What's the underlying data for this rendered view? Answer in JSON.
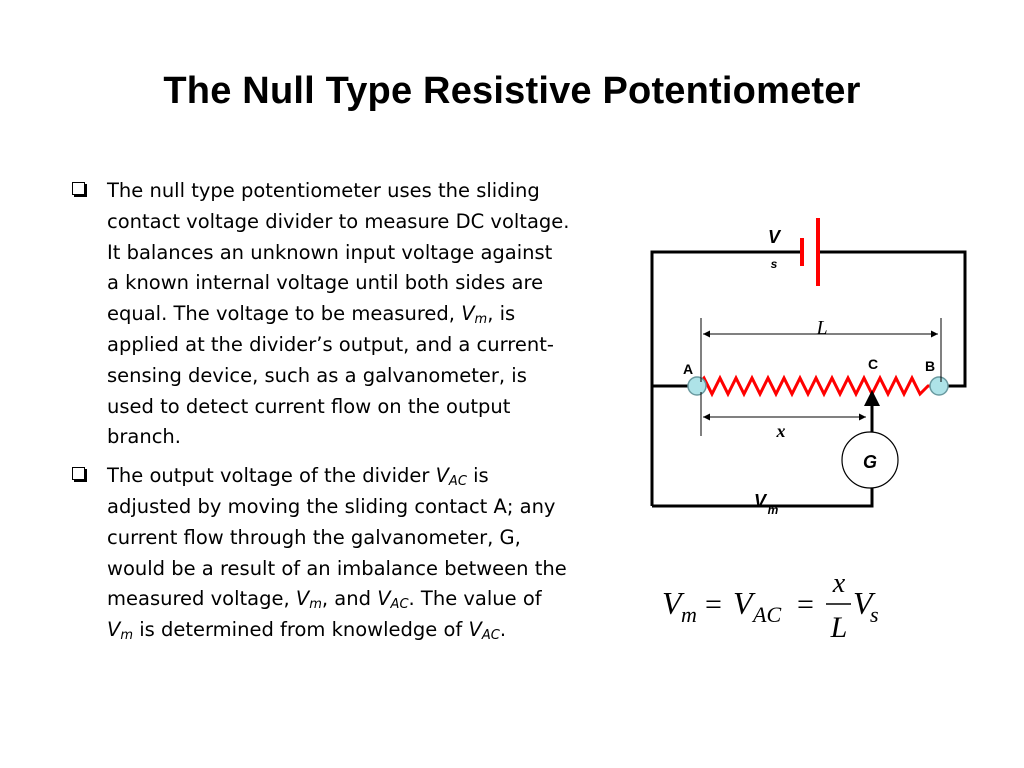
{
  "slide": {
    "title": "The Null Type Resistive Potentiometer"
  },
  "bullets": [
    {
      "text": [
        {
          "t": "The null type potentiometer uses the sliding contact voltage divider to measure DC voltage. It balances an unknown input voltage against a known internal voltage until both sides are equal. The voltage to be measured, "
        },
        {
          "t": "V",
          "i": true
        },
        {
          "t": "m",
          "i": true,
          "sub": true
        },
        {
          "t": ", is applied at the divider’s output, and a current-sensing device, such as a galvanometer, is used to detect current flow on the output branch."
        }
      ]
    },
    {
      "text": [
        {
          "t": "The output voltage of the divider "
        },
        {
          "t": "V",
          "i": true
        },
        {
          "t": "AC",
          "i": true,
          "sub": true
        },
        {
          "t": "  is adjusted by moving the sliding contact A; any current flow through the galvanometer, G, would be a result of an imbalance between the measured voltage, "
        },
        {
          "t": "V",
          "i": true
        },
        {
          "t": "m",
          "i": true,
          "sub": true
        },
        {
          "t": ", and "
        },
        {
          "t": "V",
          "i": true
        },
        {
          "t": "AC",
          "i": true,
          "sub": true
        },
        {
          "t": ". The value of "
        },
        {
          "t": "V",
          "i": true
        },
        {
          "t": "m",
          "i": true,
          "sub": true
        },
        {
          "t": " is determined  from knowledge of "
        },
        {
          "t": "V",
          "i": true
        },
        {
          "t": "AC",
          "i": true,
          "sub": true
        },
        {
          "t": "."
        }
      ]
    }
  ],
  "diagram": {
    "vs_main": "V",
    "vs_sub": "s",
    "node_a": "A",
    "node_b": "B",
    "node_c": "C",
    "length_label": "L",
    "slider_label": "x",
    "galvanometer": "G",
    "vm_main": "V",
    "vm_sub": "m",
    "wire_color": "#000000",
    "resistor_color": "#ff0000",
    "terminal_color": "#aee3e8"
  },
  "equation": {
    "lhs_main": "V",
    "lhs_sub": "m",
    "eq1": "=",
    "mid_main": "V",
    "mid_sub": "AC",
    "eq2": "=",
    "num": "x",
    "den": "L",
    "rhs_main": "V",
    "rhs_sub": "s"
  }
}
